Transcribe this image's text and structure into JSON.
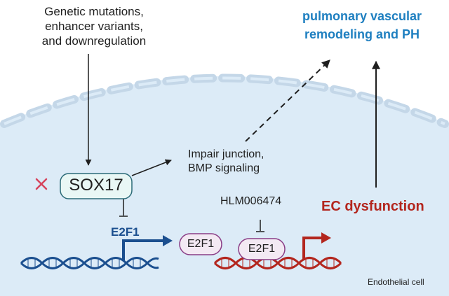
{
  "upstream_factors": [
    "Genetic mutations,",
    "enhancer variants,",
    "and downregulation"
  ],
  "outcome": [
    "pulmonary vascular",
    "remodeling and PH"
  ],
  "junction_effect": [
    "Impair junction,",
    "BMP signaling"
  ],
  "inhibitor": "HLM006474",
  "dysfunction": "EC dysfunction",
  "sox17": "SOX17",
  "e2f1_gene": "E2F1",
  "e2f1_protein_left": "E2F1",
  "e2f1_protein_right": "E2F1",
  "cell_label": "Endothelial cell",
  "colors": {
    "cytoplasm": "#dcebf7",
    "membrane": "#c4d7e8",
    "outcome_text": "#1e7fc0",
    "dysfunction_text": "#b3261e",
    "dna_blue": "#1b4f8f",
    "dna_red": "#b3261e",
    "protein_fill": "#f3e9f3",
    "protein_stroke": "#8a3d86",
    "sox17_fill": "#e9f7f5",
    "sox17_stroke": "#2c6b78",
    "x_mark": "#d6455e"
  }
}
